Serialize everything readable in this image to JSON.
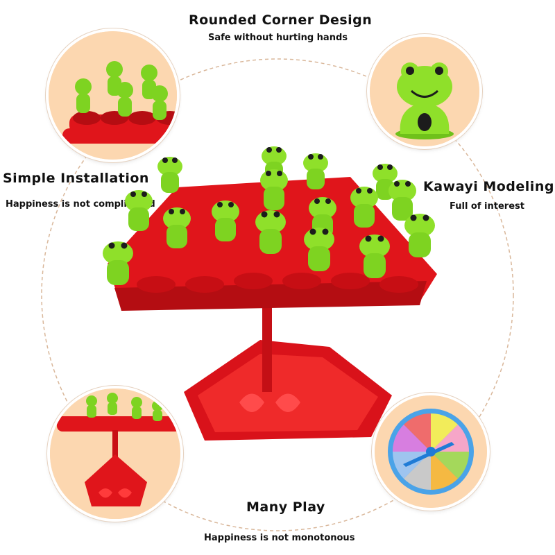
{
  "features": {
    "top": {
      "title": "Rounded Corner Design",
      "subtitle": "Safe without hurting hands"
    },
    "left": {
      "title": "Simple Installation",
      "subtitle": "Happiness is not complicated"
    },
    "right": {
      "title": "Kawayi Modeling",
      "subtitle": "Full of interest"
    },
    "bottom": {
      "title": "Many Play",
      "subtitle": "Happiness is not monotonous"
    }
  },
  "colors": {
    "bubble_bg": "#fcd7b0",
    "frog_green": "#7ed321",
    "tree_red": "#e0151b",
    "ring_dash": "#d9b79a"
  }
}
